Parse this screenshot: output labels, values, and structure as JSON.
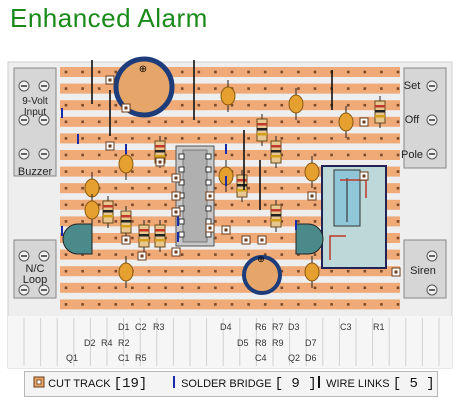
{
  "title": "Enhanced  Alarm",
  "colors": {
    "title": "#1a8a1a",
    "board": "#eeeeee",
    "track": "#f0aa78",
    "hole": "#7a4a2a",
    "component_label_area": "#f4f4f4"
  },
  "terminals": {
    "left_top": "9-Volt\nInput",
    "left_middle": "Buzzer",
    "left_bottom": "N/C\nLoop",
    "right_top": "Set",
    "right_middle_1": "Off",
    "right_middle_2": "Pole",
    "right_bottom": "Siren"
  },
  "component_labels": {
    "row1": [
      "D1",
      "C2",
      "R3",
      "D4",
      "R6",
      "R7",
      "D3",
      "C3",
      "R1"
    ],
    "row2": [
      "D2",
      "R4",
      "R2",
      "D5",
      "R8",
      "R9",
      "D7"
    ],
    "row3": [
      "Q1",
      "C1",
      "R5",
      "C4",
      "Q2",
      "D6"
    ]
  },
  "legend": {
    "cut_track_label": "CUT TRACK",
    "cut_track_count": "[19]",
    "solder_bridge_label": "SOLDER BRIDGE",
    "solder_bridge_count": "[ 9 ]",
    "wire_links_label": "WIRE LINKS",
    "wire_links_count": "[ 5 ]"
  },
  "icons": {
    "cut_track": "cut-track-icon",
    "solder_bridge": "solder-bridge-icon",
    "wire_link": "wire-link-icon"
  }
}
